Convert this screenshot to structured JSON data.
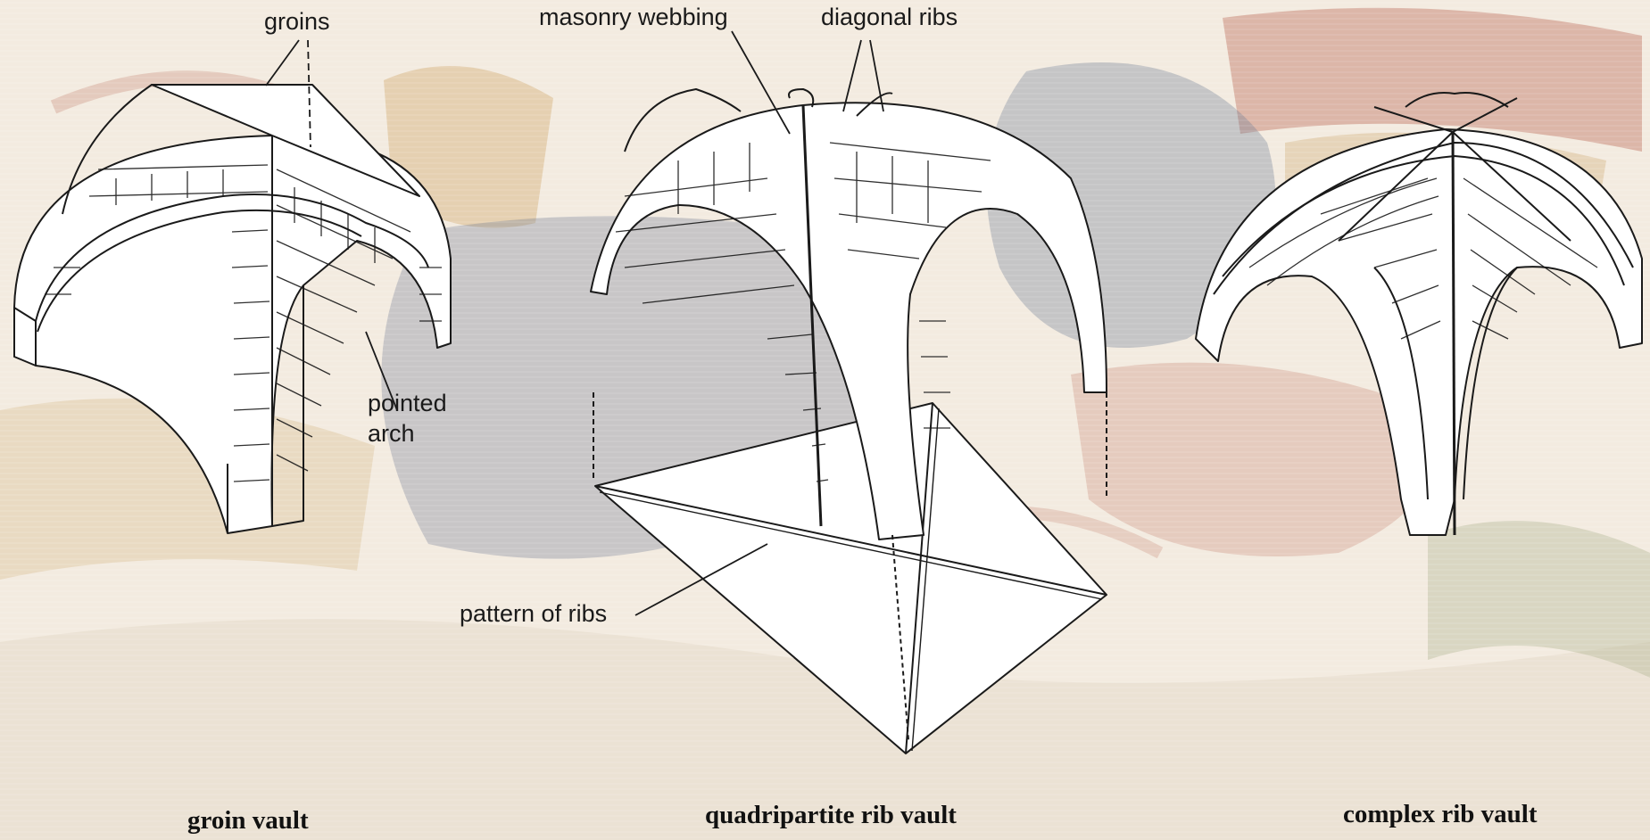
{
  "labels": {
    "groins": "groins",
    "masonry_webbing": "masonry webbing",
    "diagonal_ribs": "diagonal ribs",
    "pointed_arch_line1": "pointed",
    "pointed_arch_line2": "arch",
    "pattern_of_ribs": "pattern of ribs"
  },
  "captions": {
    "groin_vault": "groin vault",
    "quadripartite_rib_vault": "quadripartite rib vault",
    "complex_rib_vault": "complex rib vault"
  },
  "colors": {
    "background": "#f3ebe0",
    "tapestry_red": "#c98b7a",
    "tapestry_blue": "#6f7d96",
    "tapestry_ochre": "#d8b98a",
    "tapestry_green": "#a9ae8a",
    "line": "#1a1a1a",
    "stone": "#ffffff"
  }
}
